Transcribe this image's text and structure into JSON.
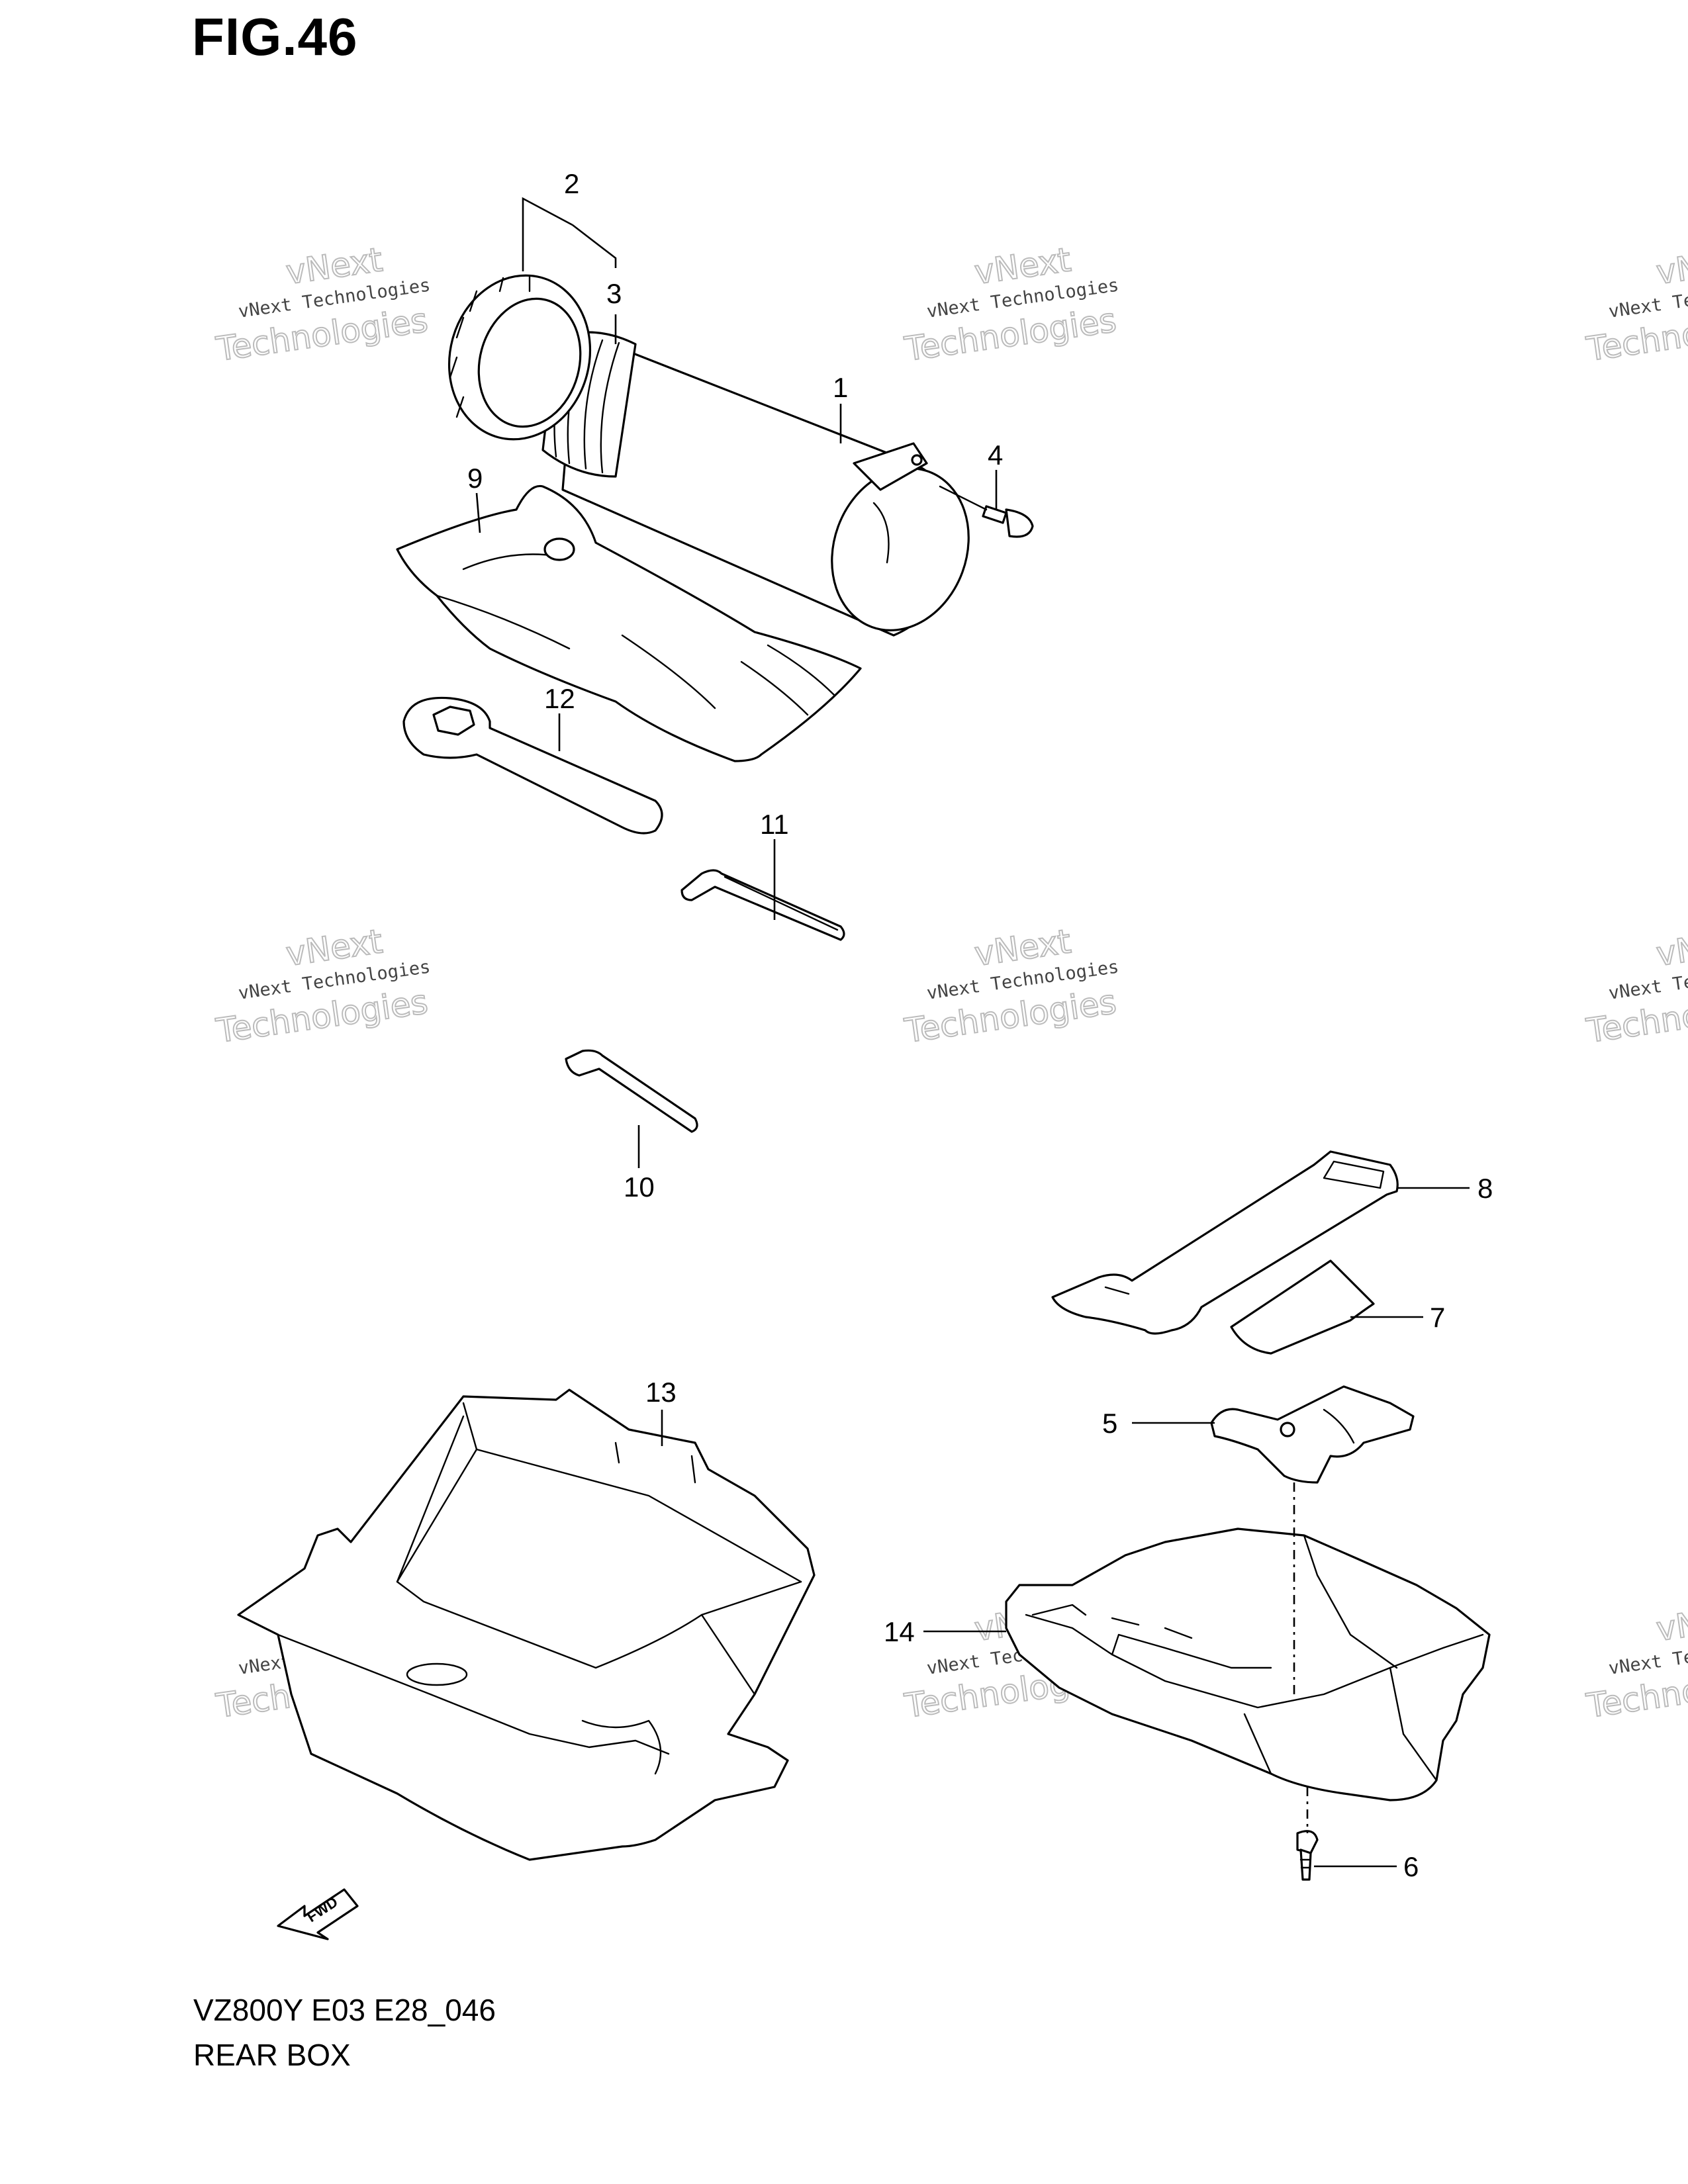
{
  "figure": {
    "title": "FIG.46",
    "footer_code": "VZ800Y E03 E28_046",
    "footer_name": "REAR BOX",
    "fwd_label": "FWD"
  },
  "watermark": {
    "line1": "vNext Technologies",
    "line2": "vNext",
    "line3": "Technologies"
  },
  "callouts": [
    {
      "id": "1",
      "label": "1"
    },
    {
      "id": "2",
      "label": "2"
    },
    {
      "id": "3",
      "label": "3"
    },
    {
      "id": "4",
      "label": "4"
    },
    {
      "id": "5",
      "label": "5"
    },
    {
      "id": "6",
      "label": "6"
    },
    {
      "id": "7",
      "label": "7"
    },
    {
      "id": "8",
      "label": "8"
    },
    {
      "id": "9",
      "label": "9"
    },
    {
      "id": "10",
      "label": "10"
    },
    {
      "id": "11",
      "label": "11"
    },
    {
      "id": "12",
      "label": "12"
    },
    {
      "id": "13",
      "label": "13"
    },
    {
      "id": "14",
      "label": "14"
    }
  ]
}
